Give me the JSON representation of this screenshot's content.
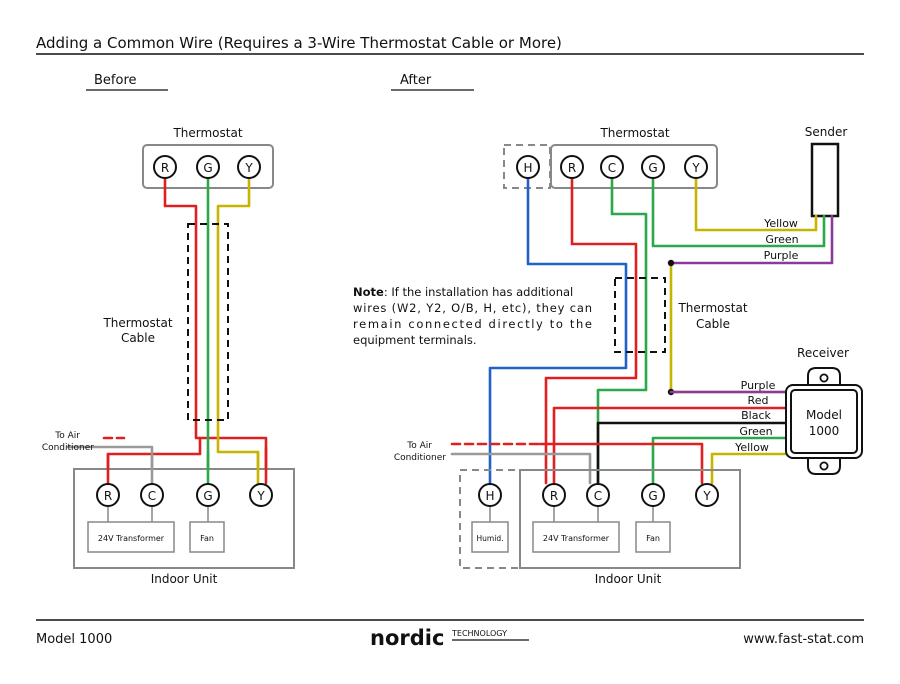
{
  "title": "Adding a Common Wire (Requires a 3-Wire Thermostat Cable or More)",
  "before": {
    "heading": "Before",
    "thermostat_label": "Thermostat",
    "terminals_top": [
      "R",
      "G",
      "Y"
    ],
    "cable_label_1": "Thermostat",
    "cable_label_2": "Cable",
    "to_ac_1": "To Air",
    "to_ac_2": "Conditioner",
    "terminals_bottom": [
      "R",
      "C",
      "G",
      "Y"
    ],
    "transformer": "24V Transformer",
    "fan": "Fan",
    "indoor_unit": "Indoor Unit"
  },
  "after": {
    "heading": "After",
    "thermostat_label": "Thermostat",
    "h_terminal": "H",
    "terminals_top": [
      "R",
      "C",
      "G",
      "Y"
    ],
    "sender_label": "Sender",
    "sender_wires": [
      "Yellow",
      "Green",
      "Purple"
    ],
    "note_bold": "Note",
    "note_lines": [
      ": If the installation has additional",
      "wires (W2, Y2, O/B, H, etc), they can",
      "remain connected directly to the",
      "equipment terminals."
    ],
    "cable_label_1": "Thermostat",
    "cable_label_2": "Cable",
    "receiver_label": "Receiver",
    "receiver_model_1": "Model",
    "receiver_model_2": "1000",
    "receiver_wires": [
      "Purple",
      "Red",
      "Black",
      "Green",
      "Yellow"
    ],
    "to_ac_1": "To Air",
    "to_ac_2": "Conditioner",
    "terminals_bottom": [
      "H",
      "R",
      "C",
      "G",
      "Y"
    ],
    "humid": "Humid.",
    "transformer": "24V Transformer",
    "fan": "Fan",
    "indoor_unit": "Indoor Unit"
  },
  "footer": {
    "model": "Model 1000",
    "logo_word": "nordic",
    "logo_sub": "TECHNOLOGY",
    "url": "www.fast-stat.com"
  },
  "colors": {
    "red": "#e02020",
    "green": "#2aa84a",
    "yellow": "#c8b400",
    "purple": "#8a3a9e",
    "blue": "#1f63c8",
    "black": "#111111",
    "gray": "#9a9a9a"
  }
}
